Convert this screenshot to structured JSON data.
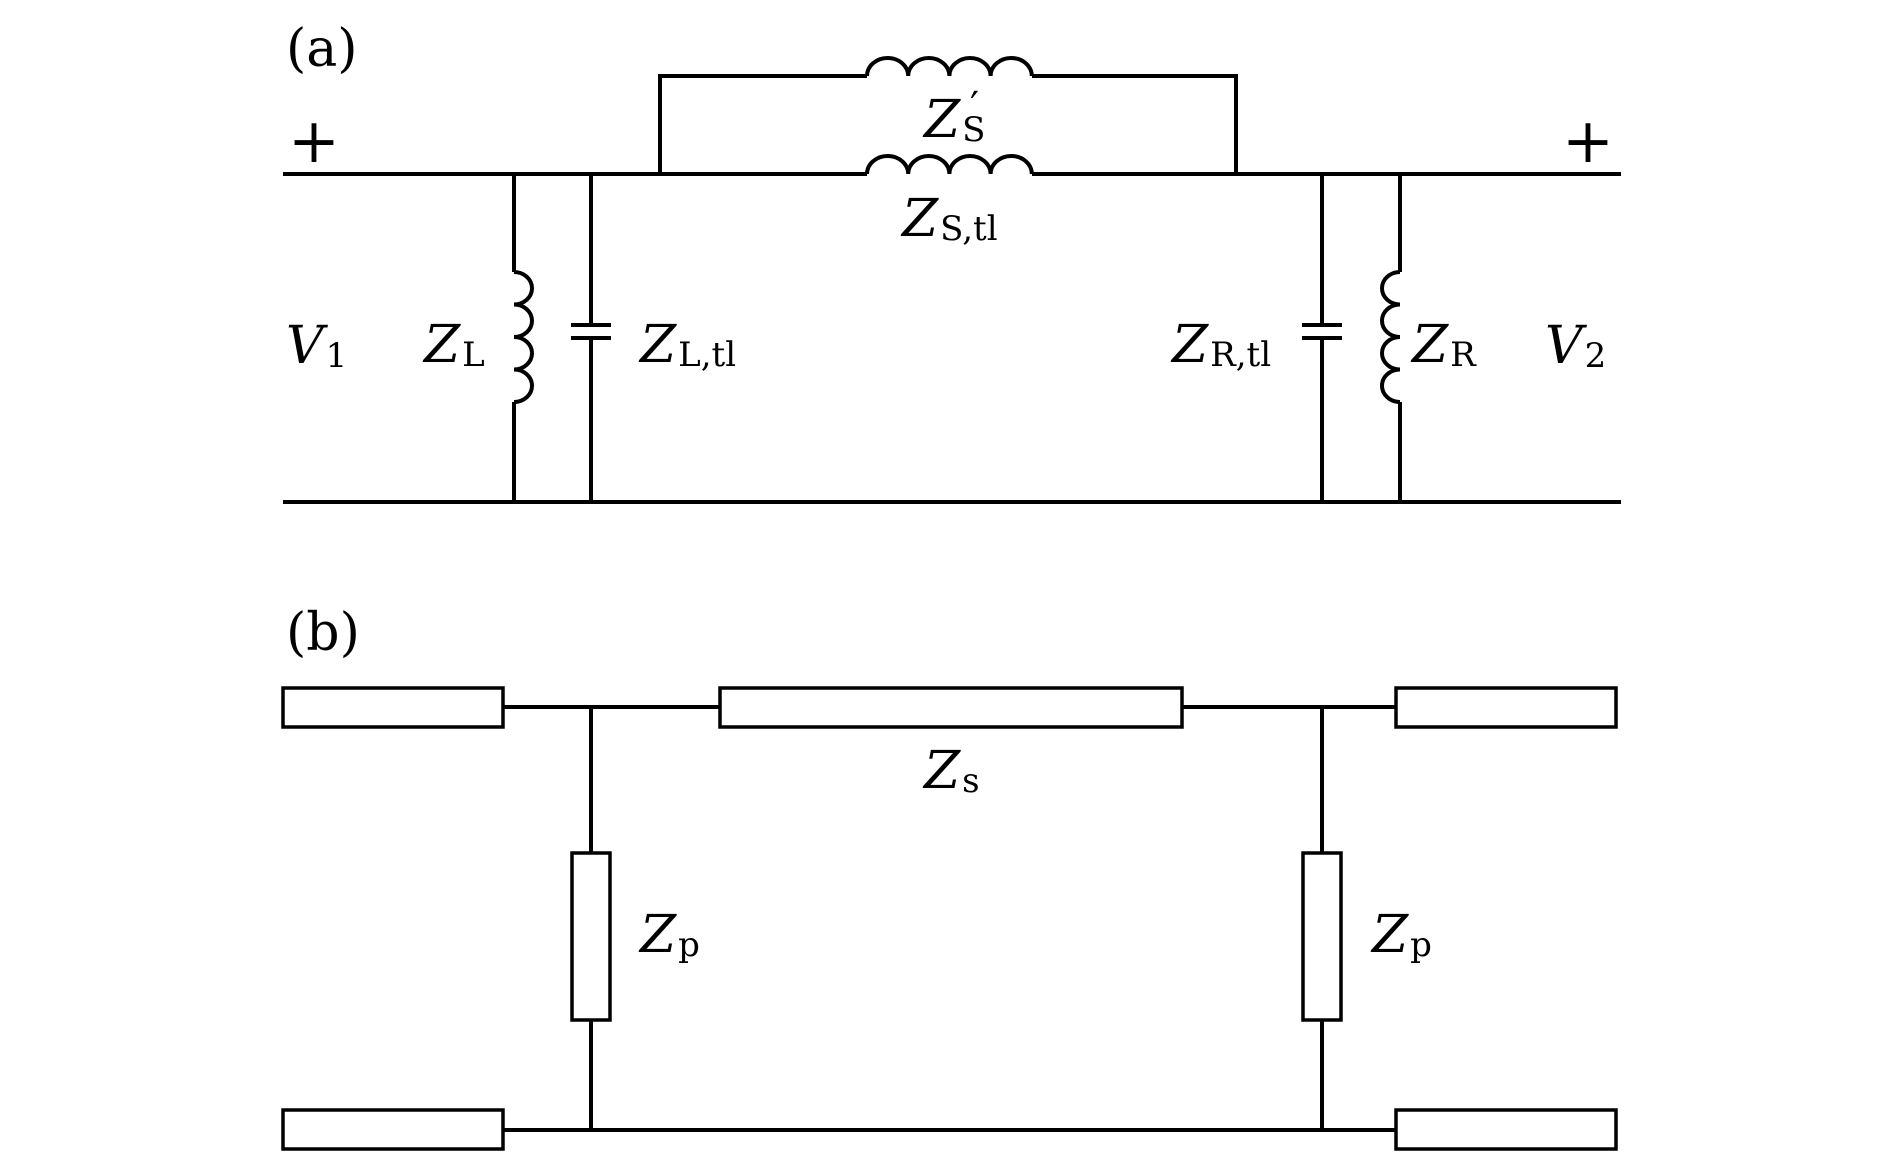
{
  "panel_a": {
    "label": "(a)",
    "plus_left": "+",
    "plus_right": "+",
    "v1": {
      "main": "V",
      "sub": "1"
    },
    "v2": {
      "main": "V",
      "sub": "2"
    },
    "zl": {
      "main": "Z",
      "sub": "L"
    },
    "zl_tl": {
      "main": "Z",
      "sub": "L,tl"
    },
    "zs_prime": {
      "main": "Z",
      "sub": "S",
      "prime": "′"
    },
    "zs_tl": {
      "main": "Z",
      "sub": "S,tl"
    },
    "zr_tl": {
      "main": "Z",
      "sub": "R,tl"
    },
    "zr": {
      "main": "Z",
      "sub": "R"
    }
  },
  "panel_b": {
    "label": "(b)",
    "zs": {
      "main": "Z",
      "sub": "s"
    },
    "zp_left": {
      "main": "Z",
      "sub": "p"
    },
    "zp_right": {
      "main": "Z",
      "sub": "p"
    }
  }
}
